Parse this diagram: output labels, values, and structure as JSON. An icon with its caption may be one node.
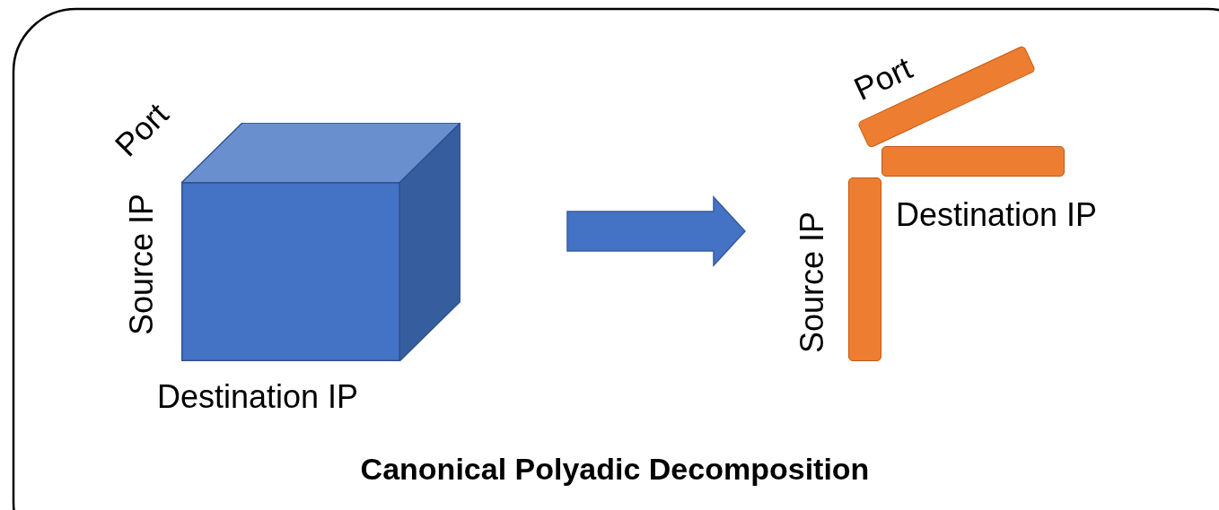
{
  "diagram": {
    "caption": "Canonical Polyadic Decomposition",
    "nodes": [
      {
        "text": [],
        "shape": "cube",
        "beside": [
          "Port",
          "Source IP",
          "Destination IP"
        ]
      },
      {
        "text": [
          "Port"
        ]
      },
      {
        "text": [],
        "shape": "bar",
        "beside": [
          "Destination IP"
        ]
      },
      {
        "text": [],
        "shape": "bar",
        "beside": [
          "Source IP"
        ]
      }
    ],
    "edges": [
      {
        "from": 0,
        "to": 3,
        "arrow": "to",
        "style": "thick",
        "color": "#4472c4"
      }
    ]
  }
}
